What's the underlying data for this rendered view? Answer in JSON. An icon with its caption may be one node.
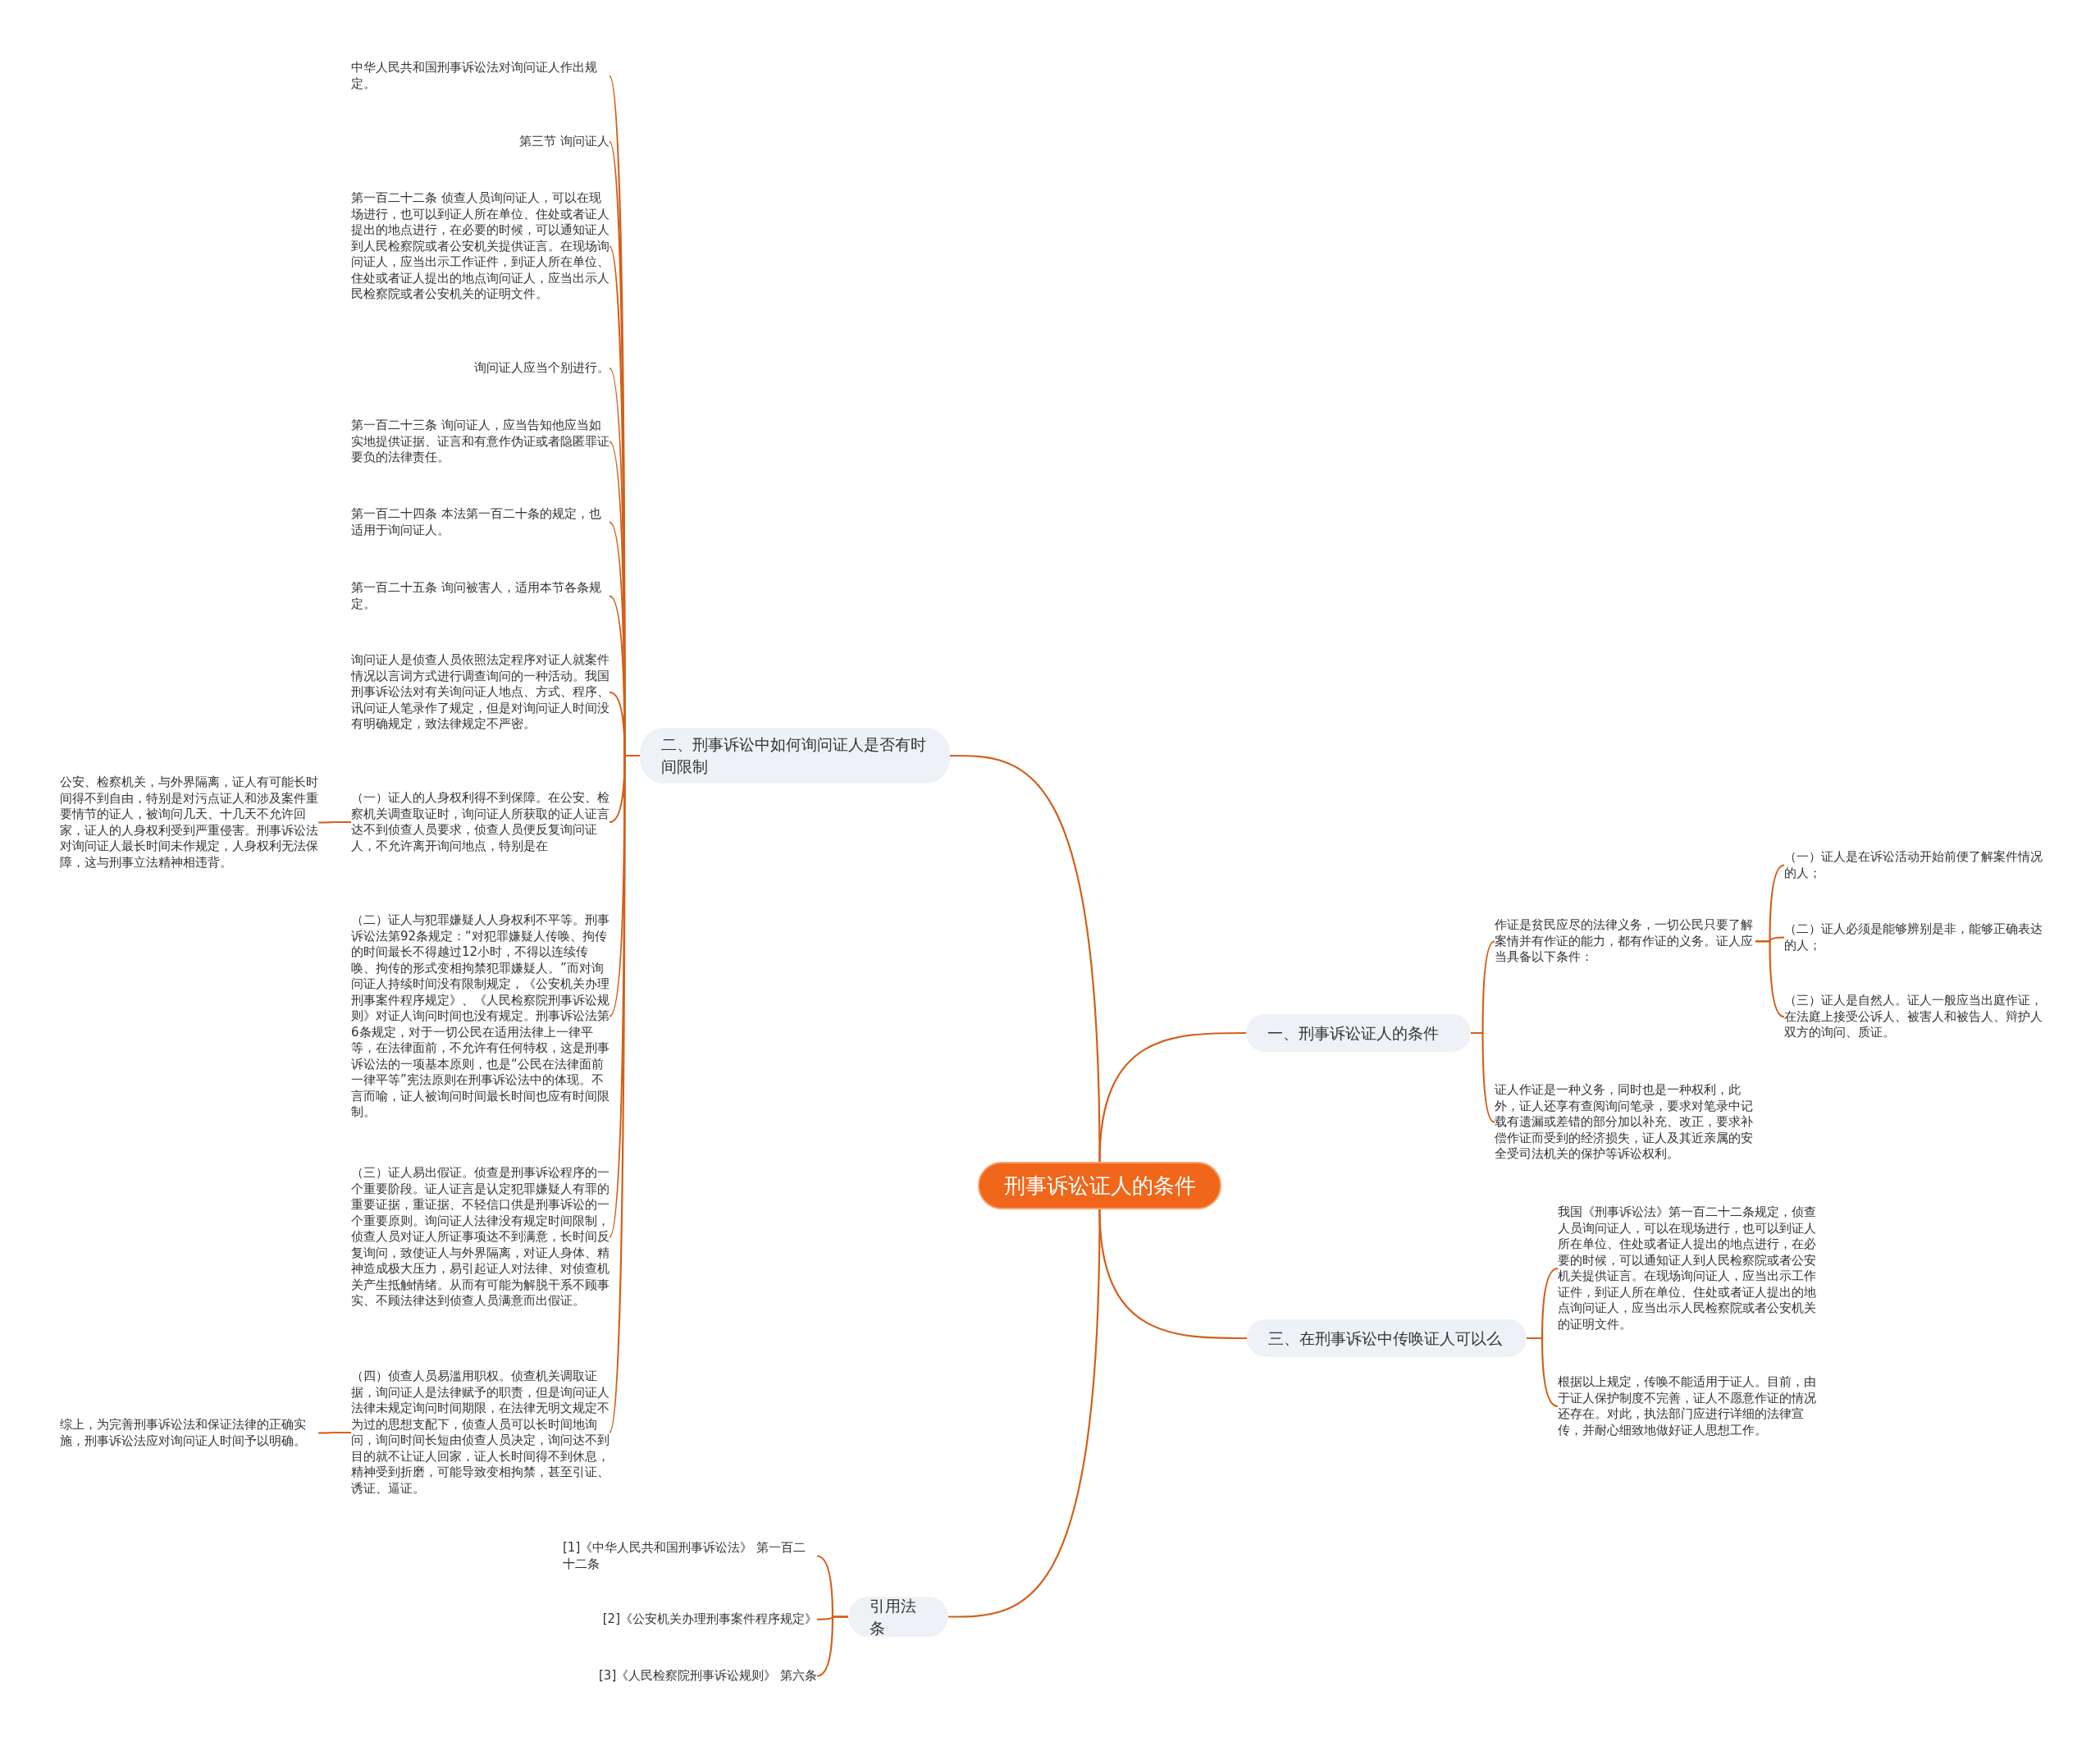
{
  "diagram": {
    "nodes": [
      {
        "text": [
          "刑事诉讼证人的条件"
        ]
      },
      {
        "text": [
          "二、刑事诉讼中如何询问证人是否有时间限制"
        ]
      },
      {
        "text": [
          "中华人民共和国刑事诉讼法对询问证人作出规定。"
        ]
      },
      {
        "text": [
          "第三节 询问证人"
        ]
      },
      {
        "text": [
          "第一百二十二条 侦查人员询问证人，可以在现场进行，也可以到证人所在单位、住处或者证人提出的地点进行，在必要的时候，可以通知证人到人民检察院或者公安机关提供证言。在现场询问证人，应当出示工作证件，到证人所在单位、住处或者证人提出的地点询问证人，应当出示人民检察院或者公安机关的证明文件。"
        ]
      },
      {
        "text": [
          "询问证人应当个别进行。"
        ]
      },
      {
        "text": [
          "第一百二十三条 询问证人，应当告知他应当如实地提供证据、证言和有意作伪证或者隐匿罪证要负的法律责任。"
        ]
      },
      {
        "text": [
          "第一百二十四条 本法第一百二十条的规定，也适用于询问证人。"
        ]
      },
      {
        "text": [
          "第一百二十五条 询问被害人，适用本节各条规定。"
        ]
      },
      {
        "text": [
          "询问证人是侦查人员依照法定程序对证人就案件情况以言词方式进行调查询问的一种活动。我国刑事诉讼法对有关询问证人地点、方式、程序、讯问证人笔录作了规定，但是对询问证人时间没有明确规定，致法律规定不严密。"
        ]
      },
      {
        "text": [
          "（一）证人的人身权利得不到保障。在公安、检察机关调查取证时，询问证人所获取的证人证言达不到侦查人员要求，侦查人员便反复询问证人，不允许离开询问地点，特别是在"
        ]
      },
      {
        "text": [
          "公安、检察机关，与外界隔离，证人有可能长时间得不到自由，特别是对污点证人和涉及案件重要情节的证人，被询问几天、十几天不允许回家，证人的人身权利受到严重侵害。刑事诉讼法对询问证人最长时间未作规定，人身权利无法保障，这与刑事立法精神相违背。"
        ]
      },
      {
        "text": [
          "（二）证人与犯罪嫌疑人人身权利不平等。刑事诉讼法第92条规定：“对犯罪嫌疑人传唤、拘传的时间最长不得越过12小时，不得以连续传唤、拘传的形式变相拘禁犯罪嫌疑人。”而对询问证人持续时间没有限制规定，《公安机关办理刑事案件程序规定》、《人民检察院刑事诉讼规则》对证人询问时间也没有规定。刑事诉讼法第6条规定，对于一切公民在适用法律上一律平等，在法律面前，不允许有任何特权，这是刑事诉讼法的一项基本原则，也是“公民在法律面前一律平等”宪法原则在刑事诉讼法中的体现。不言而喻，证人被询问时间最长时间也应有时间限制。"
        ]
      },
      {
        "text": [
          "（三）证人易出假证。侦查是刑事诉讼程序的一个重要阶段。证人证言是认定犯罪嫌疑人有罪的重要证据，重证据、不轻信口供是刑事诉讼的一个重要原则。询问证人法律没有规定时间限制，侦查人员对证人所证事项达不到满意，长时间反复询问，致使证人与外界隔离，对证人身体、精神造成极大压力，易引起证人对法律、对侦查机关产生抵触情绪。从而有可能为解脱干系不顾事实、不顾法律达到侦查人员满意而出假证。"
        ]
      },
      {
        "text": [
          "（四）侦查人员易滥用职权。侦查机关调取证据，询问证人是法律赋予的职责，但是询问证人法律未规定询问时间期限，在法律无明文规定不为过的思想支配下，侦查人员可以长时间地询问，询问时间长短由侦查人员决定，询问达不到目的就不让证人回家，证人长时间得不到休息，精神受到折磨，可能导致变相拘禁，甚至引证、诱证、逼证。"
        ]
      },
      {
        "text": [
          "综上，为完善刑事诉讼法和保证法律的正确实施，刑事诉讼法应对询问证人时间予以明确。"
        ]
      },
      {
        "text": [
          "引用法条"
        ]
      },
      {
        "text": [
          "[1]《中华人民共和国刑事诉讼法》 第一百二十二条"
        ]
      },
      {
        "text": [
          "[2]《公安机关办理刑事案件程序规定》"
        ]
      },
      {
        "text": [
          "[3]《人民检察院刑事诉讼规则》 第六条"
        ]
      },
      {
        "text": [
          "一、刑事诉讼证人的条件"
        ]
      },
      {
        "text": [
          "作证是贫民应尽的法律义务，一切公民只要了解案情并有作证的能力，都有作证的义务。证人应当具备以下条件："
        ]
      },
      {
        "text": [
          "（一）证人是在诉讼活动开始前便了解案件情况的人；"
        ]
      },
      {
        "text": [
          "（二）证人必须是能够辨别是非，能够正确表达的人；"
        ]
      },
      {
        "text": [
          "（三）证人是自然人。证人一般应当出庭作证，在法庭上接受公诉人、被害人和被告人、辩护人双方的询问、质证。"
        ]
      },
      {
        "text": [
          "证人作证是一种义务，同时也是一种权利，此外，证人还享有查阅询问笔录，要求对笔录中记载有遗漏或差错的部分加以补充、改正，要求补偿作证而受到的经济损失，证人及其近亲属的安全受司法机关的保护等诉讼权利。"
        ]
      },
      {
        "text": [
          "三、在刑事诉讼中传唤证人可以么"
        ]
      },
      {
        "text": [
          "我国《刑事诉讼法》第一百二十二条规定，侦查人员询问证人，可以在现场进行，也可以到证人所在单位、住处或者证人提出的地点进行，在必要的时候，可以通知证人到人民检察院或者公安机关提供证言。在现场询问证人，应当出示工作证件，到证人所在单位、住处或者证人提出的地点询问证人，应当出示人民检察院或者公安机关的证明文件。"
        ]
      },
      {
        "text": [
          "根据以上规定，传唤不能适用于证人。目前，由于证人保护制度不完善，证人不愿意作证的情况还存在。对此，执法部门应进行详细的法律宣传，并耐心细致地做好证人思想工作。"
        ]
      }
    ],
    "edges": [
      {
        "from": 0,
        "to": 1,
        "arrow": "none"
      },
      {
        "from": 1,
        "to": 2,
        "arrow": "none"
      },
      {
        "from": 1,
        "to": 3,
        "arrow": "none"
      },
      {
        "from": 1,
        "to": 4,
        "arrow": "none"
      },
      {
        "from": 1,
        "to": 5,
        "arrow": "none"
      },
      {
        "from": 1,
        "to": 6,
        "arrow": "none"
      },
      {
        "from": 1,
        "to": 7,
        "arrow": "none"
      },
      {
        "from": 1,
        "to": 8,
        "arrow": "none"
      },
      {
        "from": 1,
        "to": 9,
        "arrow": "none"
      },
      {
        "from": 1,
        "to": 10,
        "arrow": "none"
      },
      {
        "from": 10,
        "to": 11,
        "arrow": "none"
      },
      {
        "from": 1,
        "to": 12,
        "arrow": "none"
      },
      {
        "from": 1,
        "to": 13,
        "arrow": "none"
      },
      {
        "from": 1,
        "to": 14,
        "arrow": "none"
      },
      {
        "from": 14,
        "to": 15,
        "arrow": "none"
      },
      {
        "from": 0,
        "to": 16,
        "arrow": "none"
      },
      {
        "from": 16,
        "to": 17,
        "arrow": "none"
      },
      {
        "from": 16,
        "to": 18,
        "arrow": "none"
      },
      {
        "from": 16,
        "to": 19,
        "arrow": "none"
      },
      {
        "from": 0,
        "to": 20,
        "arrow": "none"
      },
      {
        "from": 20,
        "to": 21,
        "arrow": "none"
      },
      {
        "from": 21,
        "to": 22,
        "arrow": "none"
      },
      {
        "from": 21,
        "to": 23,
        "arrow": "none"
      },
      {
        "from": 21,
        "to": 24,
        "arrow": "none"
      },
      {
        "from": 20,
        "to": 25,
        "arrow": "none"
      },
      {
        "from": 0,
        "to": 26,
        "arrow": "none"
      },
      {
        "from": 26,
        "to": 27,
        "arrow": "none"
      },
      {
        "from": 26,
        "to": 28,
        "arrow": "none"
      }
    ]
  }
}
